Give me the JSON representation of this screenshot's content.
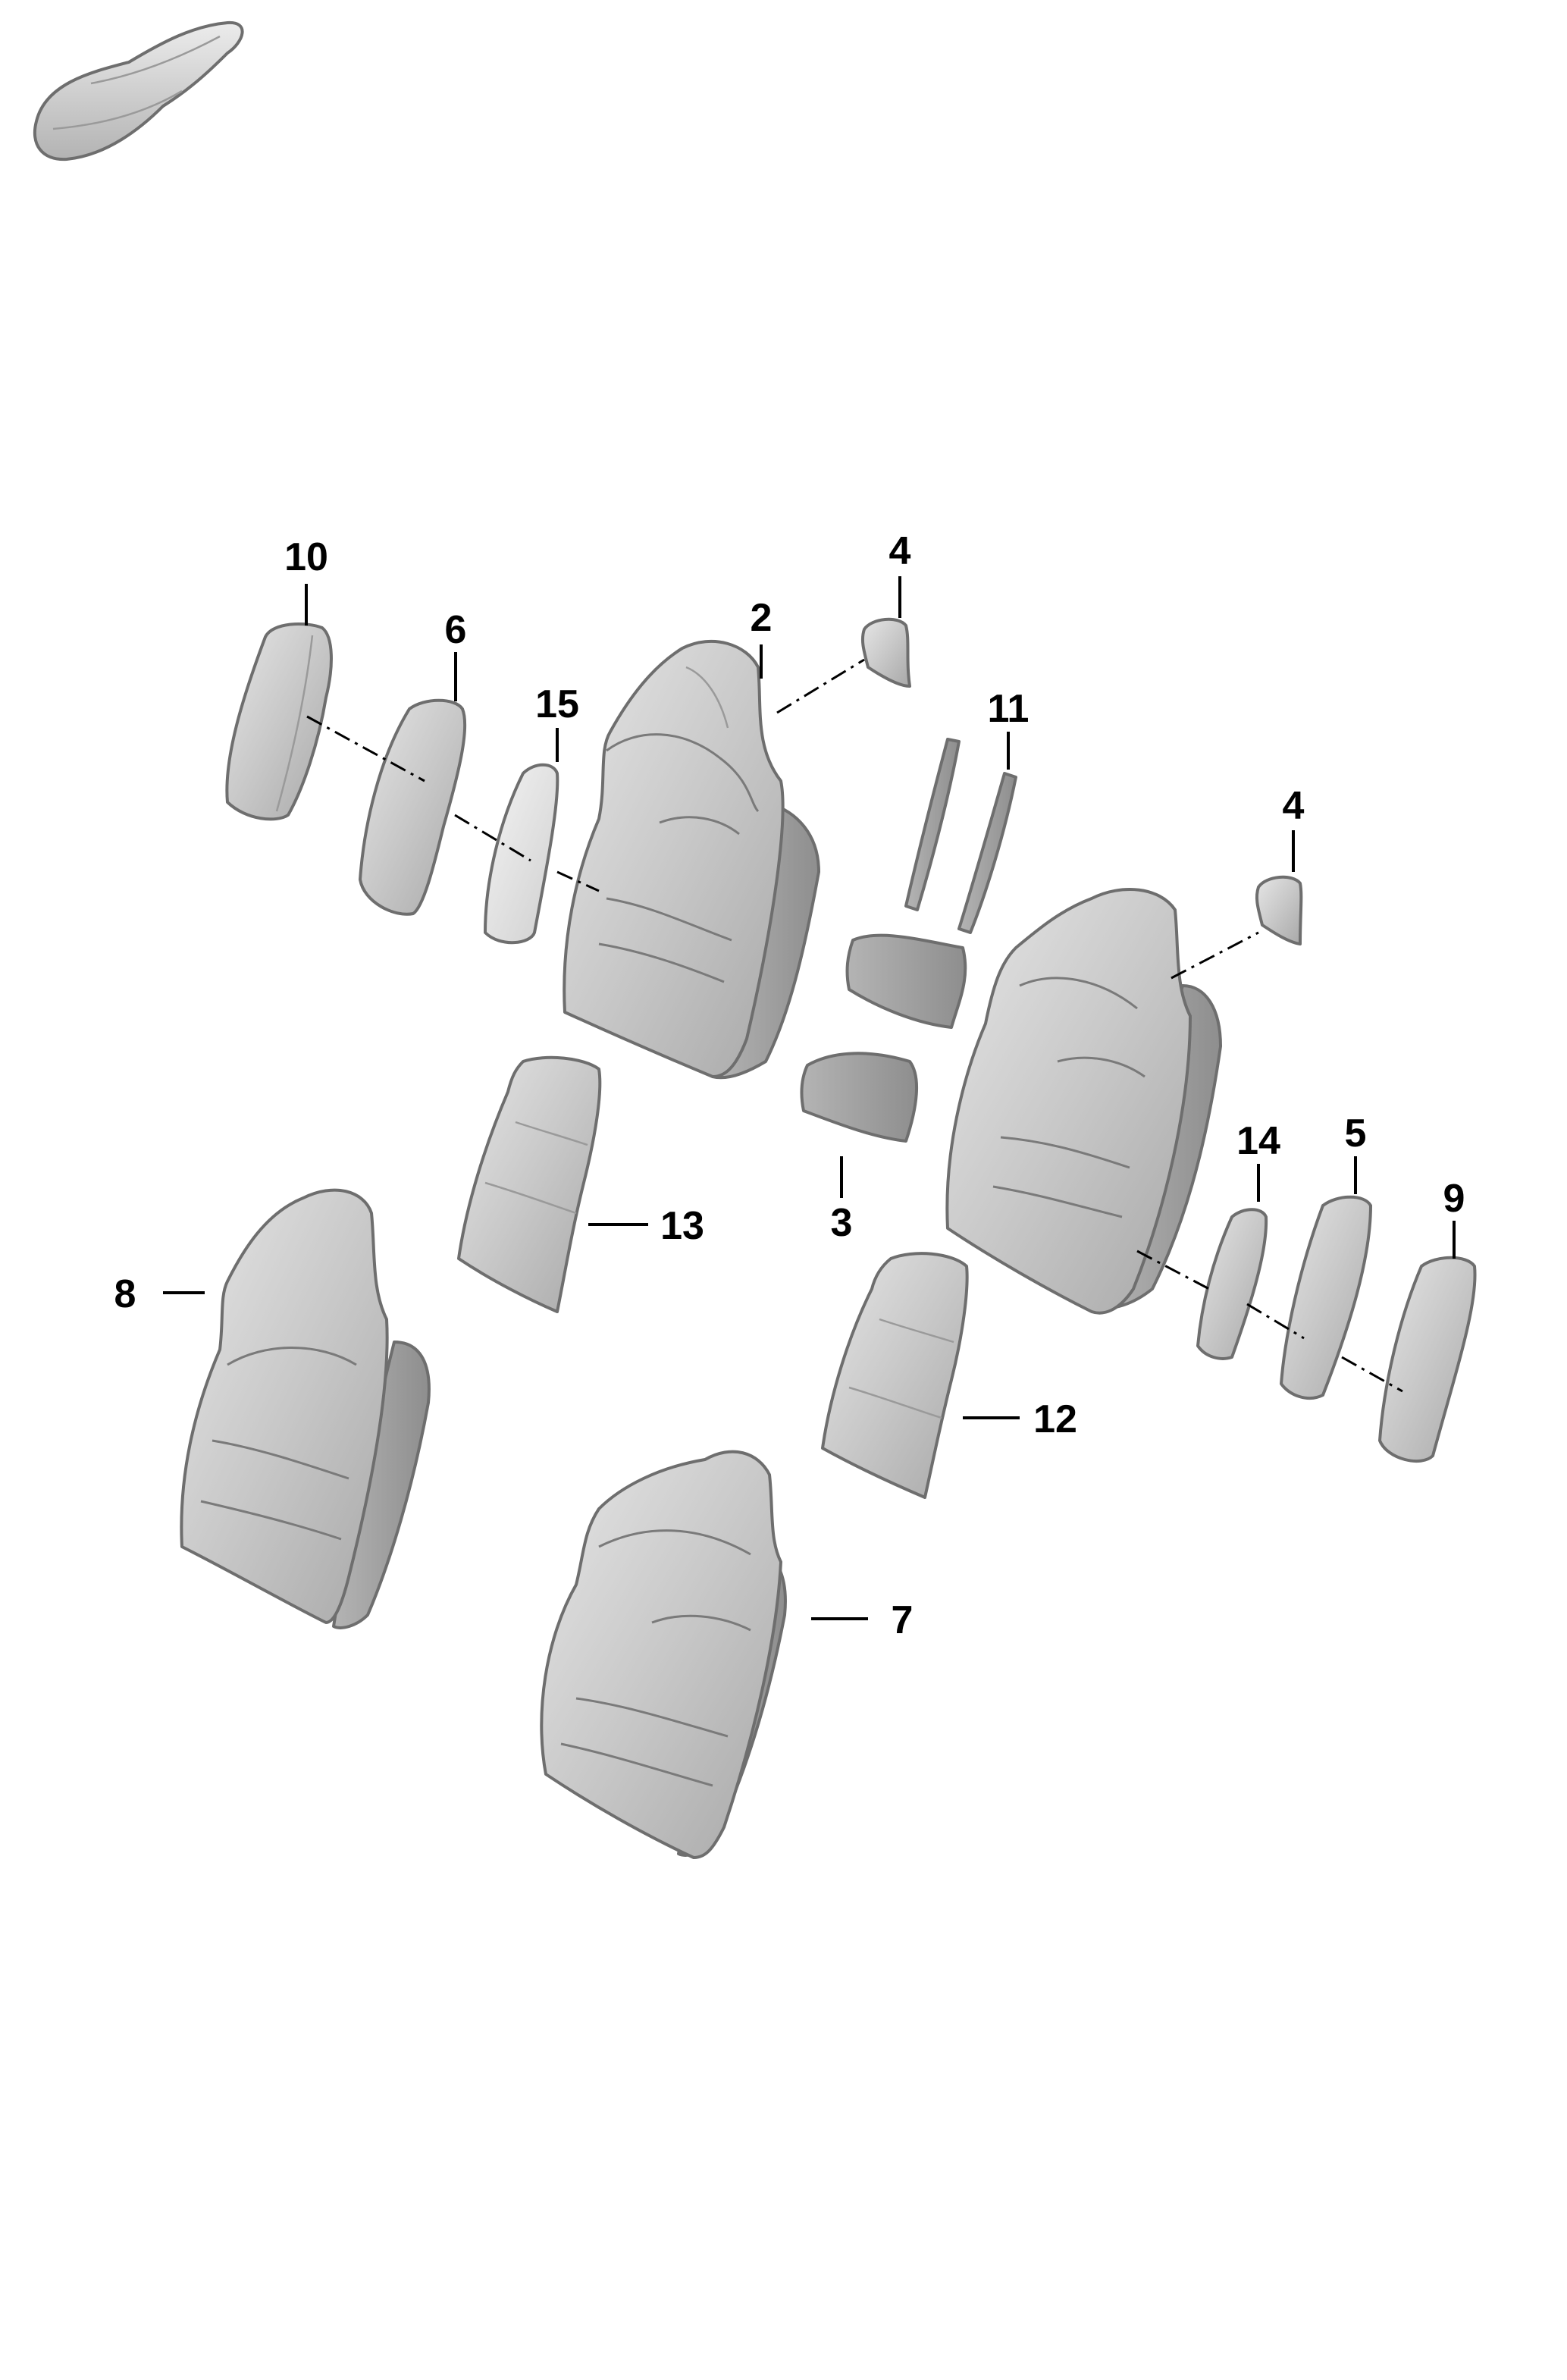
{
  "callouts": {
    "c10": "10",
    "c6": "6",
    "c15": "15",
    "c2": "2",
    "c4a": "4",
    "c11": "11",
    "c4b": "4",
    "c13": "13",
    "c3": "3",
    "c14": "14",
    "c5": "5",
    "c9": "9",
    "c8": "8",
    "c12": "12",
    "c7": "7"
  },
  "colors": {
    "part_fill": "#c9c9c9",
    "part_dark": "#a9a9a9",
    "part_light": "#e2e2e2",
    "outline": "#6e6e6e",
    "ink": "#000000",
    "background": "#ffffff"
  },
  "icons": {
    "vehicle_thumbnail": "car-silhouette-icon"
  }
}
